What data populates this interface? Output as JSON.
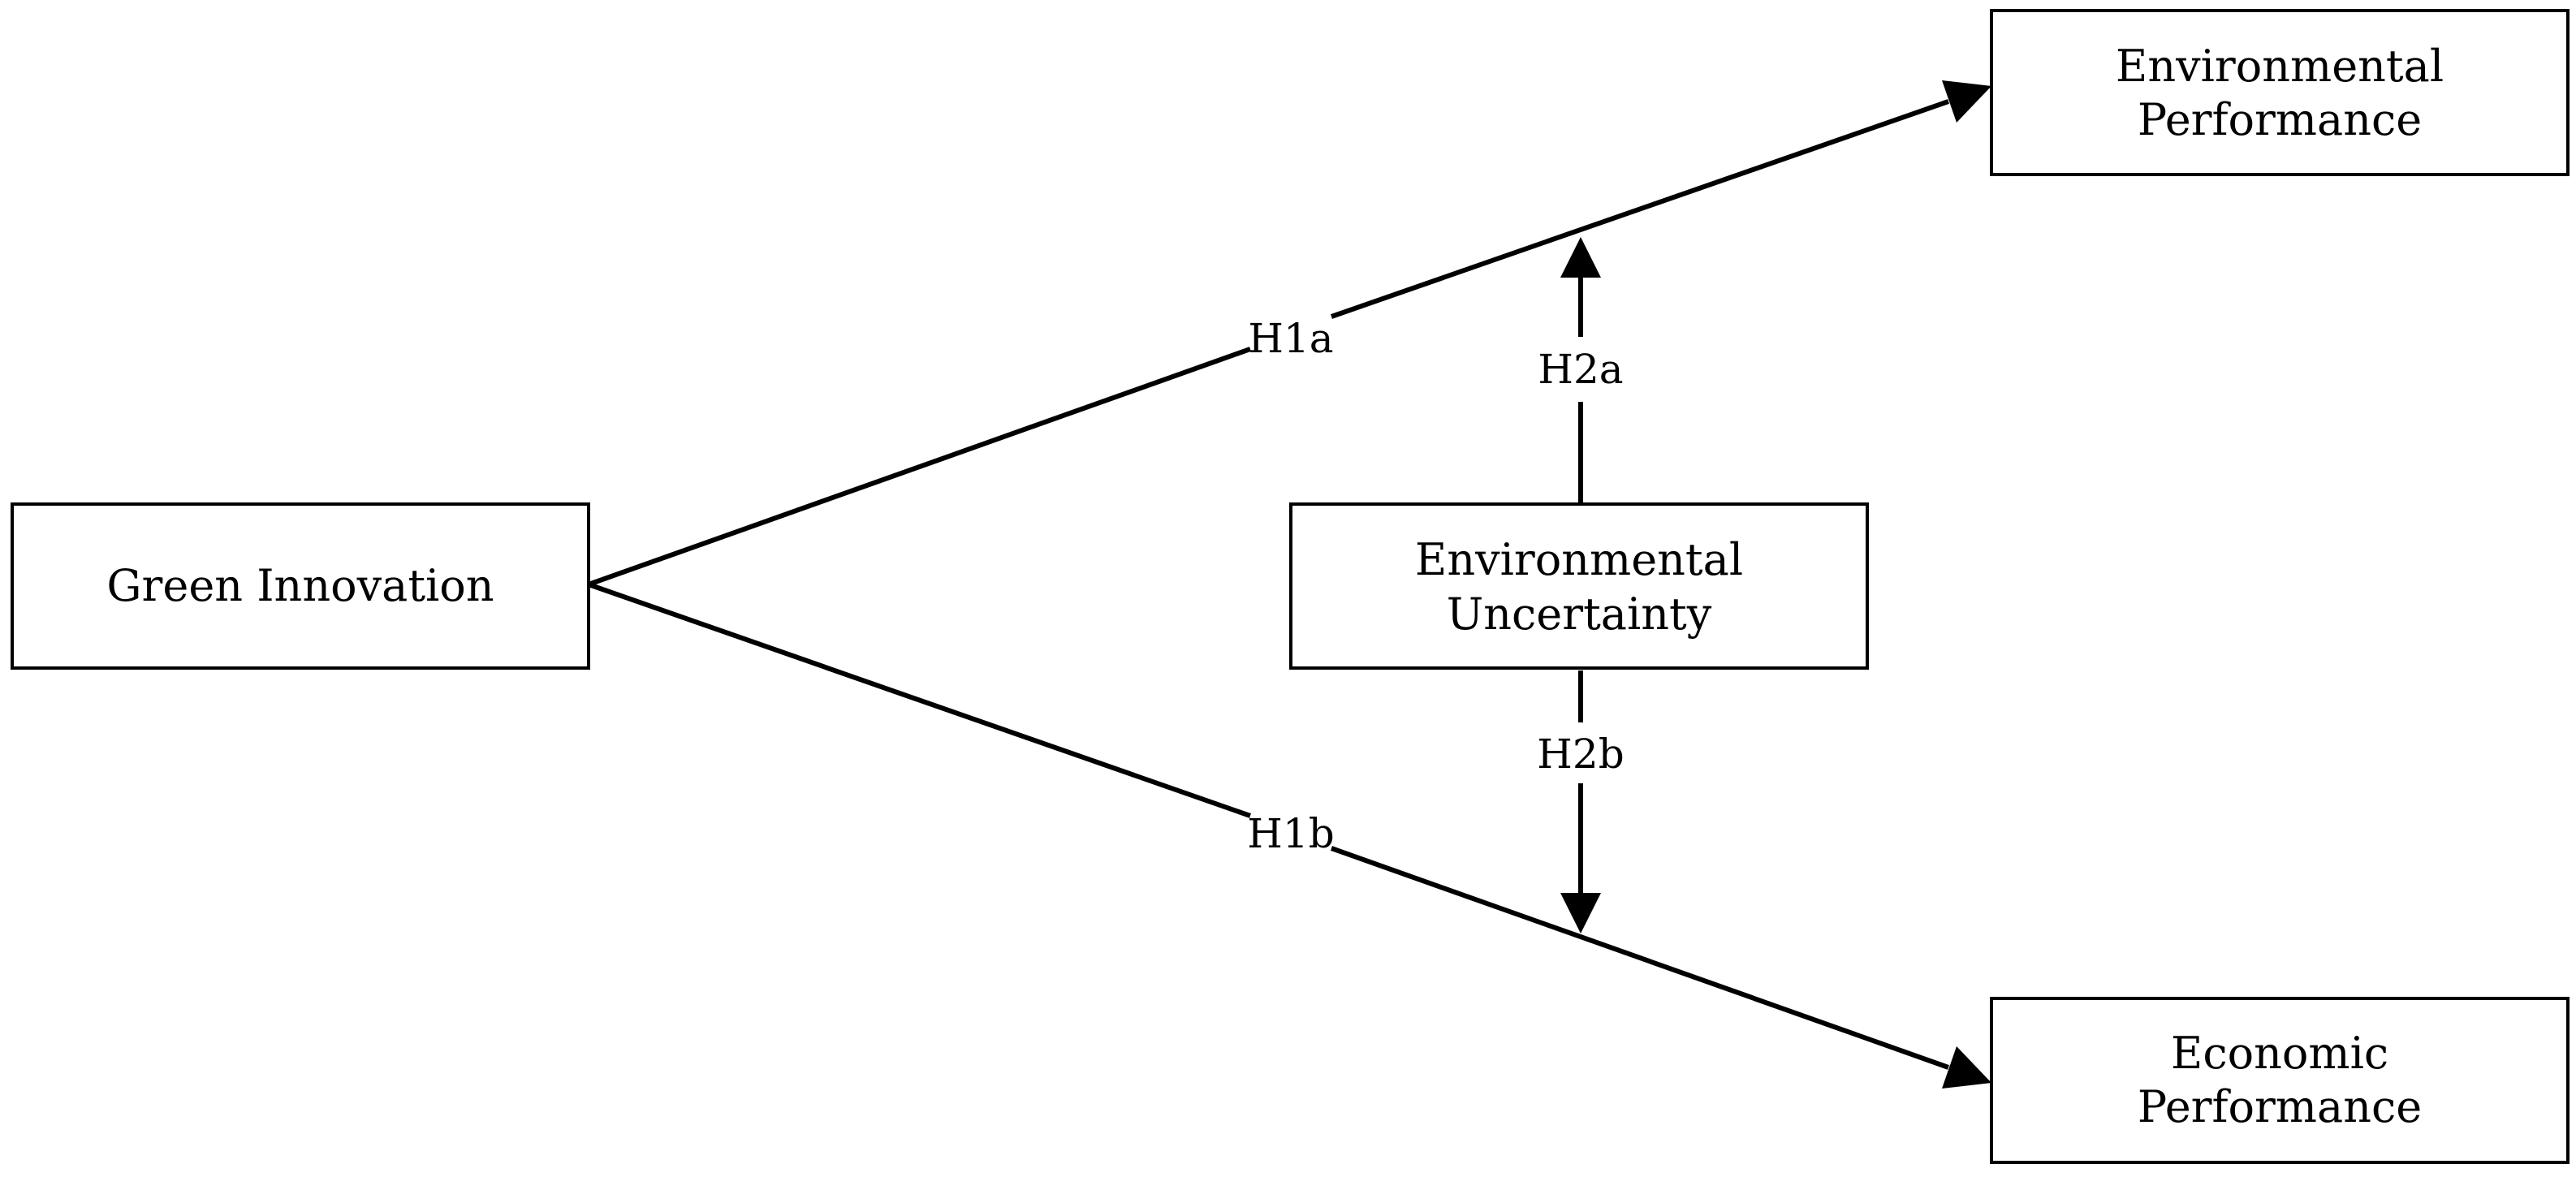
{
  "nodes": {
    "green_innovation": {
      "lines": [
        "Green Innovation"
      ]
    },
    "environmental_performance": {
      "lines": [
        "Environmental",
        "Performance"
      ]
    },
    "environmental_uncertainty": {
      "lines": [
        "Environmental",
        "Uncertainty"
      ]
    },
    "economic_performance": {
      "lines": [
        "Economic",
        "Performance"
      ]
    }
  },
  "edges": {
    "h1a": {
      "label": "H1a",
      "from": "Green Innovation",
      "to": "Environmental Performance"
    },
    "h1b": {
      "label": "H1b",
      "from": "Green Innovation",
      "to": "Economic Performance"
    },
    "h2a": {
      "label": "H2a",
      "from": "Environmental Uncertainty",
      "to": "H1a"
    },
    "h2b": {
      "label": "H2b",
      "from": "Environmental Uncertainty",
      "to": "H1b"
    }
  }
}
